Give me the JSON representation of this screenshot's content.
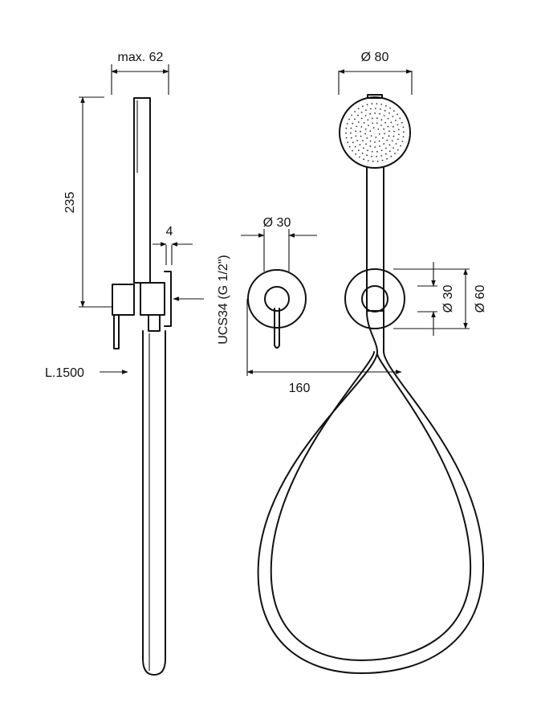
{
  "labels": {
    "max_depth": "max. 62",
    "height": "235",
    "plate_thickness": "4",
    "hose_length": "L.1500",
    "connection": "UCS34 (G 1/2\")",
    "head_diameter": "Ø 80",
    "lever_rose_diameter": "Ø 30",
    "spacing": "160",
    "holder_inner_diameter": "Ø 30",
    "holder_outer_diameter": "Ø 60"
  }
}
